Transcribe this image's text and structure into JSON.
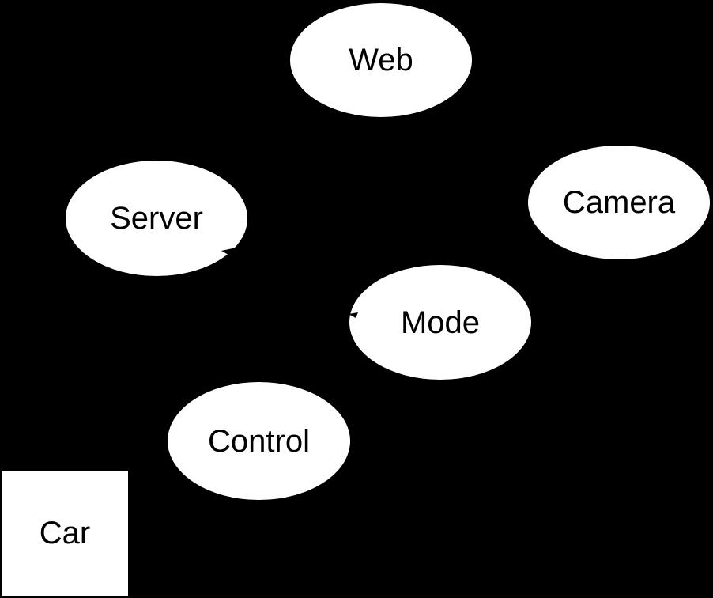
{
  "diagram": {
    "type": "node-graph",
    "colors": {
      "background": "#000000",
      "node_fill": "#ffffff",
      "node_text": "#000000",
      "edge_color": "#000000"
    },
    "nodes": {
      "web": {
        "label": "Web",
        "shape": "ellipse"
      },
      "server": {
        "label": "Server",
        "shape": "ellipse"
      },
      "camera": {
        "label": "Camera",
        "shape": "ellipse"
      },
      "mode": {
        "label": "Mode",
        "shape": "ellipse"
      },
      "control": {
        "label": "Control",
        "shape": "box-clipped-left",
        "shape_note": "rectangle"
      },
      "car": {
        "label": "Car",
        "shape": "box"
      }
    },
    "visible_edge_artifacts": [
      {
        "name": "arrowhead-into-server",
        "description": "tiny black arrowhead tip overlapping Server ellipse lower-right edge"
      },
      {
        "name": "arrowhead-into-mode",
        "description": "tiny black arrowhead tip overlapping Mode ellipse left edge"
      }
    ]
  }
}
